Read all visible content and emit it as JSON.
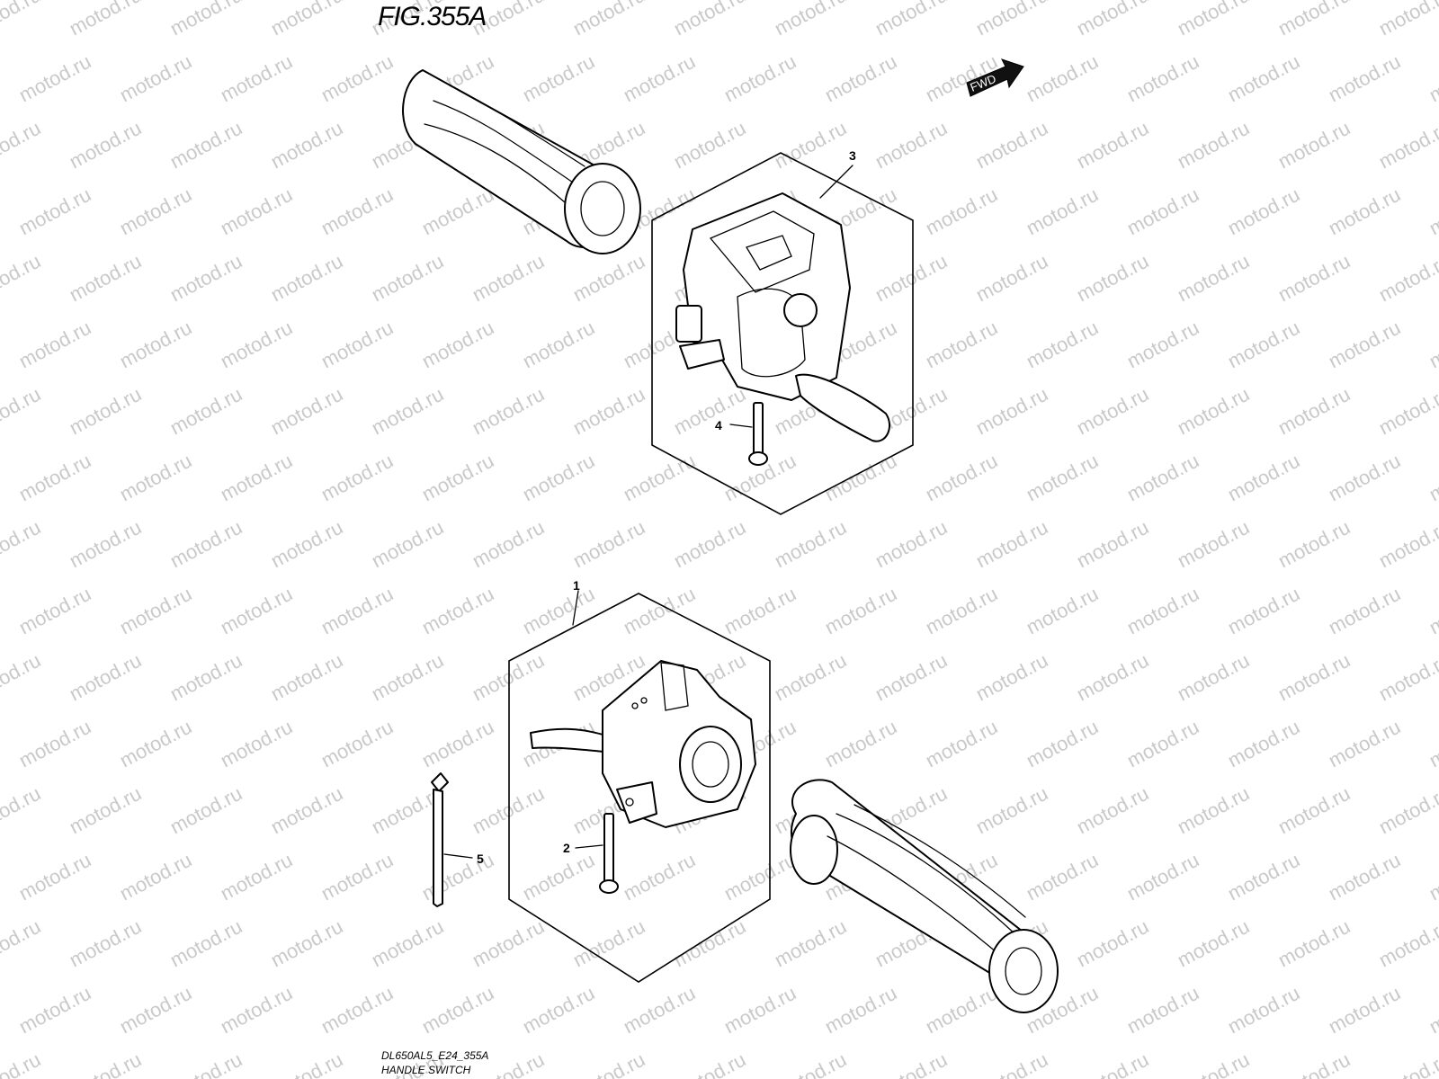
{
  "figure": {
    "title": "FIG.355A",
    "model_code": "DL650AL5_E24_355A",
    "name": "HANDLE SWITCH",
    "direction_label": "FWD",
    "watermark_text": "motod.ru"
  },
  "callouts": [
    "1",
    "2",
    "3",
    "4",
    "5"
  ]
}
